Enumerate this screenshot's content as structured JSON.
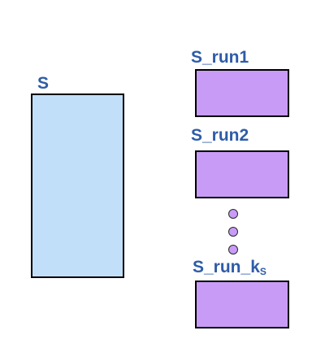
{
  "diagram": {
    "s_label": "S",
    "runs": [
      {
        "label": "S_run1"
      },
      {
        "label": "S_run2"
      },
      {
        "label": "S_run_k",
        "subscript": "S"
      }
    ],
    "colors": {
      "s_fill": "#c1dff8",
      "run_fill": "#c89cf6",
      "dot_fill": "#c89cf6",
      "label": "#2e5ca8",
      "border": "#000000"
    }
  }
}
